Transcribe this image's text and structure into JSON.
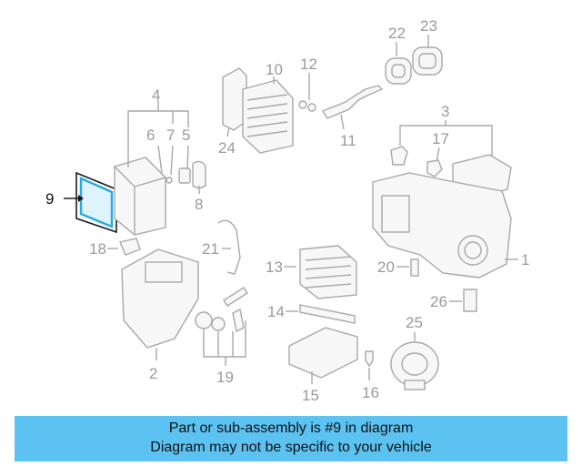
{
  "diagram": {
    "highlighted_part": "9",
    "highlight_color": "#29abe2",
    "labels": [
      "1",
      "2",
      "3",
      "4",
      "5",
      "6",
      "7",
      "8",
      "9",
      "10",
      "11",
      "12",
      "13",
      "14",
      "15",
      "16",
      "17",
      "18",
      "19",
      "20",
      "21",
      "22",
      "23",
      "24",
      "25",
      "26"
    ]
  },
  "banner": {
    "line1": "Part or sub-assembly is #9 in diagram",
    "line2": "Diagram may not be specific to your vehicle",
    "background": "#5bc2f2"
  }
}
